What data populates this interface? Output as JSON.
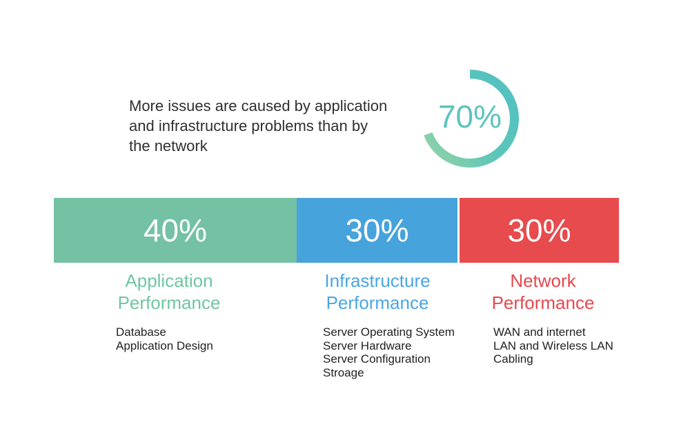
{
  "colors": {
    "teal": "#5CC4BD",
    "bar_green": "#74C1A4",
    "bar_blue": "#47A3DC",
    "bar_red": "#E84B4D",
    "heading_green": "#6FC6A2",
    "heading_blue": "#4AA6E4",
    "heading_red": "#E8484C",
    "body_text": "#2f2f2f"
  },
  "intro": {
    "lines": [
      "More issues are caused by application",
      "and infrastructure problems than by",
      "the network"
    ]
  },
  "donut": {
    "label": "70%",
    "percent": 70
  },
  "bar": {
    "segments": [
      {
        "label": "40%",
        "value": 40,
        "name": "Application Performance",
        "color": "#74C1A4"
      },
      {
        "label": "30%",
        "value": 30,
        "name": "Infrastructure Performance",
        "color": "#47A3DC"
      },
      {
        "label": "30%",
        "value": 30,
        "name": "Network Performance",
        "color": "#E84B4D"
      }
    ]
  },
  "columns": [
    {
      "heading": [
        "Application",
        "Performance"
      ],
      "items": [
        "Database",
        "Application Design"
      ]
    },
    {
      "heading": [
        "Infrastructure",
        "Performance"
      ],
      "items": [
        "Server Operating System",
        "Server Hardware",
        "Server Configuration",
        "Stroage"
      ]
    },
    {
      "heading": [
        "Network",
        "Performance"
      ],
      "items": [
        "WAN and internet",
        "LAN and Wireless LAN",
        "Cabling"
      ]
    }
  ],
  "chart_data": [
    {
      "type": "pie",
      "subtype": "donut-arc",
      "title": "More issues are caused by application and infrastructure problems than by the network",
      "values": [
        {
          "label": "70%",
          "value": 70
        }
      ],
      "annotation": "70%",
      "arc_start_deg": 0,
      "arc_sweep_deg": 252,
      "color": "#5CC4BD"
    },
    {
      "type": "bar",
      "subtype": "horizontal-stacked",
      "categories": [
        "Application Performance",
        "Infrastructure Performance",
        "Network Performance"
      ],
      "values": [
        40,
        30,
        30
      ],
      "unit": "%",
      "colors": [
        "#74C1A4",
        "#47A3DC",
        "#E84B4D"
      ],
      "data_labels": [
        "40%",
        "30%",
        "30%"
      ],
      "details": {
        "Application Performance": [
          "Database",
          "Application Design"
        ],
        "Infrastructure Performance": [
          "Server Operating System",
          "Server Hardware",
          "Server Configuration",
          "Stroage"
        ],
        "Network Performance": [
          "WAN and internet",
          "LAN and Wireless LAN",
          "Cabling"
        ]
      }
    }
  ]
}
